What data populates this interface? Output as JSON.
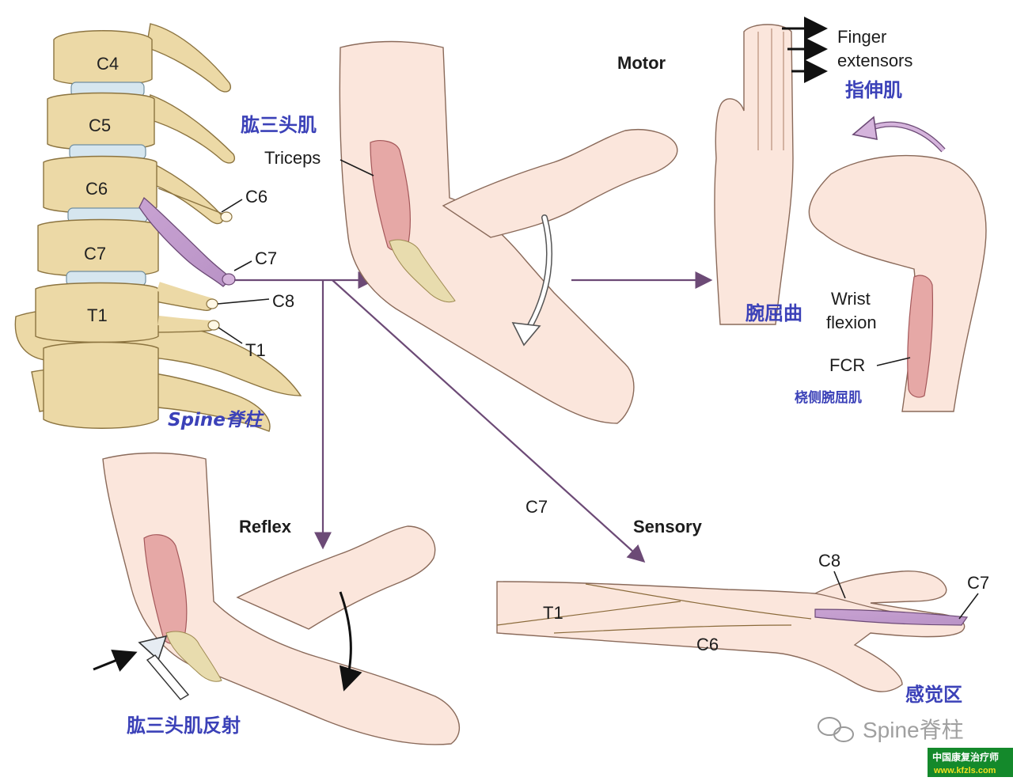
{
  "spine": {
    "vertebrae": [
      "C4",
      "C5",
      "C6",
      "C7",
      "T1"
    ],
    "roots": [
      "C6",
      "C7",
      "C8",
      "T1"
    ],
    "caption": "Spine脊柱"
  },
  "triceps": {
    "cn": "肱三头肌",
    "en": "Triceps"
  },
  "motor": {
    "title": "Motor",
    "finger_en_1": "Finger",
    "finger_en_2": "extensors",
    "finger_cn": "指伸肌",
    "wrist_cn": "腕屈曲",
    "wrist_en_1": "Wrist",
    "wrist_en_2": "flexion",
    "fcr_en": "FCR",
    "fcr_cn": "桡侧腕屈肌"
  },
  "reflex": {
    "title": "Reflex",
    "cn": "肱三头肌反射"
  },
  "sensory": {
    "title": "Sensory",
    "branch_label": "C7",
    "regions": [
      "T1",
      "C6",
      "C8",
      "C7"
    ],
    "cn": "感觉区"
  },
  "watermark": {
    "brand": "Spine脊柱",
    "site_cn": "中国康复治疗师",
    "site_url": "www.kfzls.com"
  },
  "colors": {
    "nerve": "#d5b4dc",
    "cn_label": "#3b41b8",
    "watermark_bg": "#14892b",
    "site_url": "#f0e020"
  }
}
